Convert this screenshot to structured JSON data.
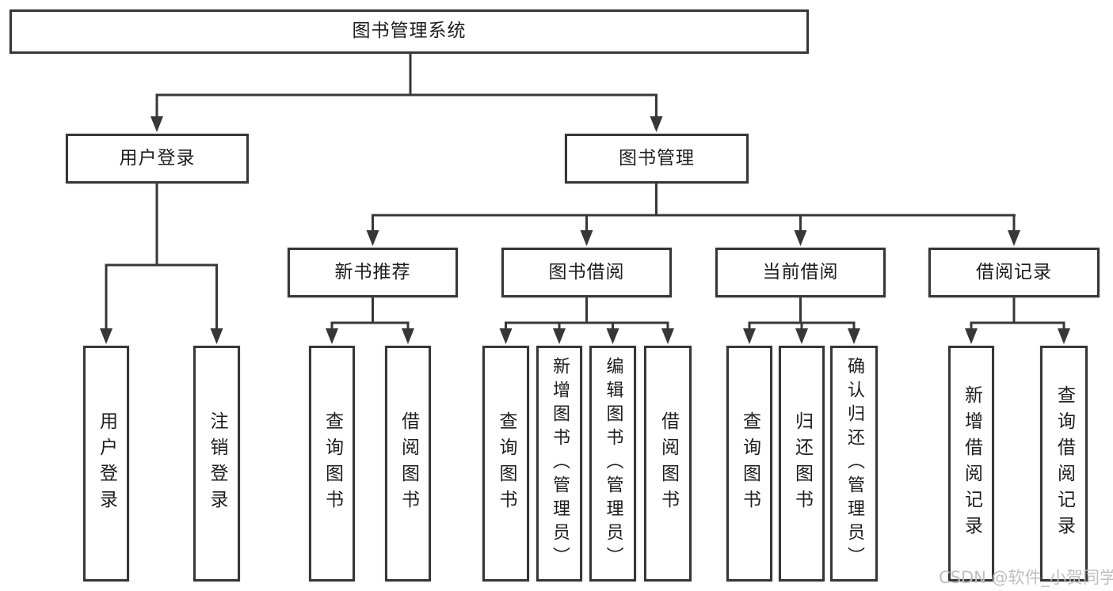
{
  "diagram": {
    "type": "hierarchy-tree",
    "root": {
      "label": "图书管理系统",
      "children": [
        {
          "label": "用户登录",
          "children": [
            {
              "label": "用户登录"
            },
            {
              "label": "注销登录"
            }
          ]
        },
        {
          "label": "图书管理",
          "children": [
            {
              "label": "新书推荐",
              "children": [
                {
                  "label": "查询图书"
                },
                {
                  "label": "借阅图书"
                }
              ]
            },
            {
              "label": "图书借阅",
              "children": [
                {
                  "label": "查询图书"
                },
                {
                  "label": "新增图书（管理员）"
                },
                {
                  "label": "编辑图书（管理员）"
                },
                {
                  "label": "借阅图书"
                }
              ]
            },
            {
              "label": "当前借阅",
              "children": [
                {
                  "label": "查询图书"
                },
                {
                  "label": "归还图书"
                },
                {
                  "label": "确认归还（管理员）"
                }
              ]
            },
            {
              "label": "借阅记录",
              "children": [
                {
                  "label": "新增借阅记录"
                },
                {
                  "label": "查询借阅记录"
                }
              ]
            }
          ]
        }
      ]
    }
  },
  "watermark": {
    "text": "CSDN @软件_小贺同学"
  },
  "colors": {
    "line": "#373737",
    "text": "#1d1d1d",
    "background": "#ffffff",
    "watermark": "#bfbfbf"
  }
}
